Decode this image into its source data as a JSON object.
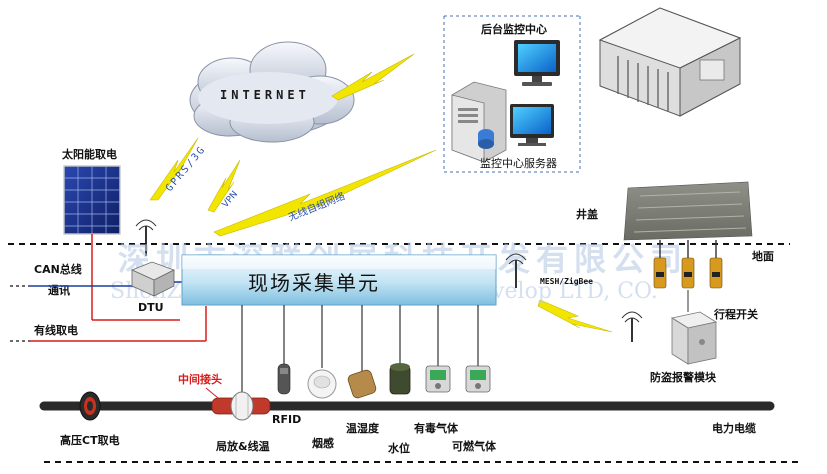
{
  "labels": {
    "monitoring_center": "后台监控中心",
    "monitoring_server": "监控中心服务器",
    "internet": "INTERNET",
    "solar_power": "太阳能取电",
    "gprs": "GPRS/3G",
    "vpn": "VPN",
    "wireless_mesh": "无线自组网络",
    "manhole_cover": "井盖",
    "ground": "地面",
    "can_bus_line1": "CAN总线",
    "can_bus_line2": "通讯",
    "dtu": "DTU",
    "wired_power": "有线取电",
    "field_unit": "现场采集单元",
    "mesh_zigbee": "MESH/ZigBee",
    "travel_switch": "行程开关",
    "anti_theft": "防盗报警模块",
    "joint": "中间接头",
    "rfid": "RFID",
    "pd_temp": "局放&线温",
    "smoke": "烟感",
    "temp_humidity": "温湿度",
    "water_level": "水位",
    "toxic_gas": "有毒气体",
    "combustible_gas": "可燃气体",
    "cable": "电力电缆",
    "ct_power": "高压CT取电"
  },
  "watermark": {
    "cn": "深圳市深联创展科技开发有限公司",
    "en": "ShenZhen New Unite Innovate Develop LTD, CO."
  },
  "colors": {
    "lightning": "#f2e600",
    "red_line": "#d81c1c",
    "cable": "#2a2a2a",
    "field_unit_top": "#f2fbff",
    "field_unit_bottom": "#8cc8e6",
    "watermark": "#b7cbe6"
  }
}
